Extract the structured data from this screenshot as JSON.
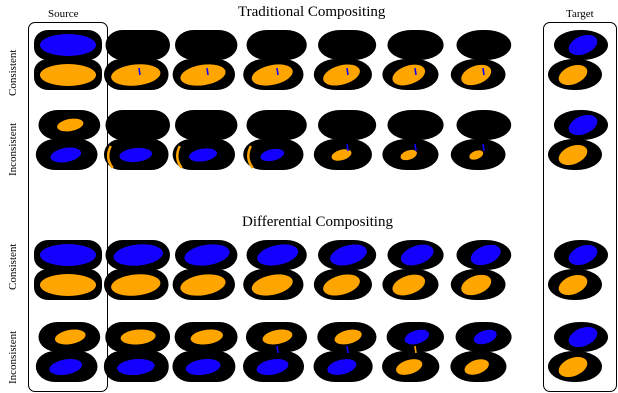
{
  "titles": {
    "top": "Traditional Compositing",
    "bottom": "Differential Compositing"
  },
  "columns": {
    "source": "Source",
    "target": "Target"
  },
  "row_labels": [
    "Consistent",
    "Inconsistent",
    "Consistent",
    "Inconsistent"
  ],
  "colors": {
    "outline": "#000000",
    "blue": "#1400ff",
    "orange": "#ffa500",
    "background": "#ffffff"
  }
}
